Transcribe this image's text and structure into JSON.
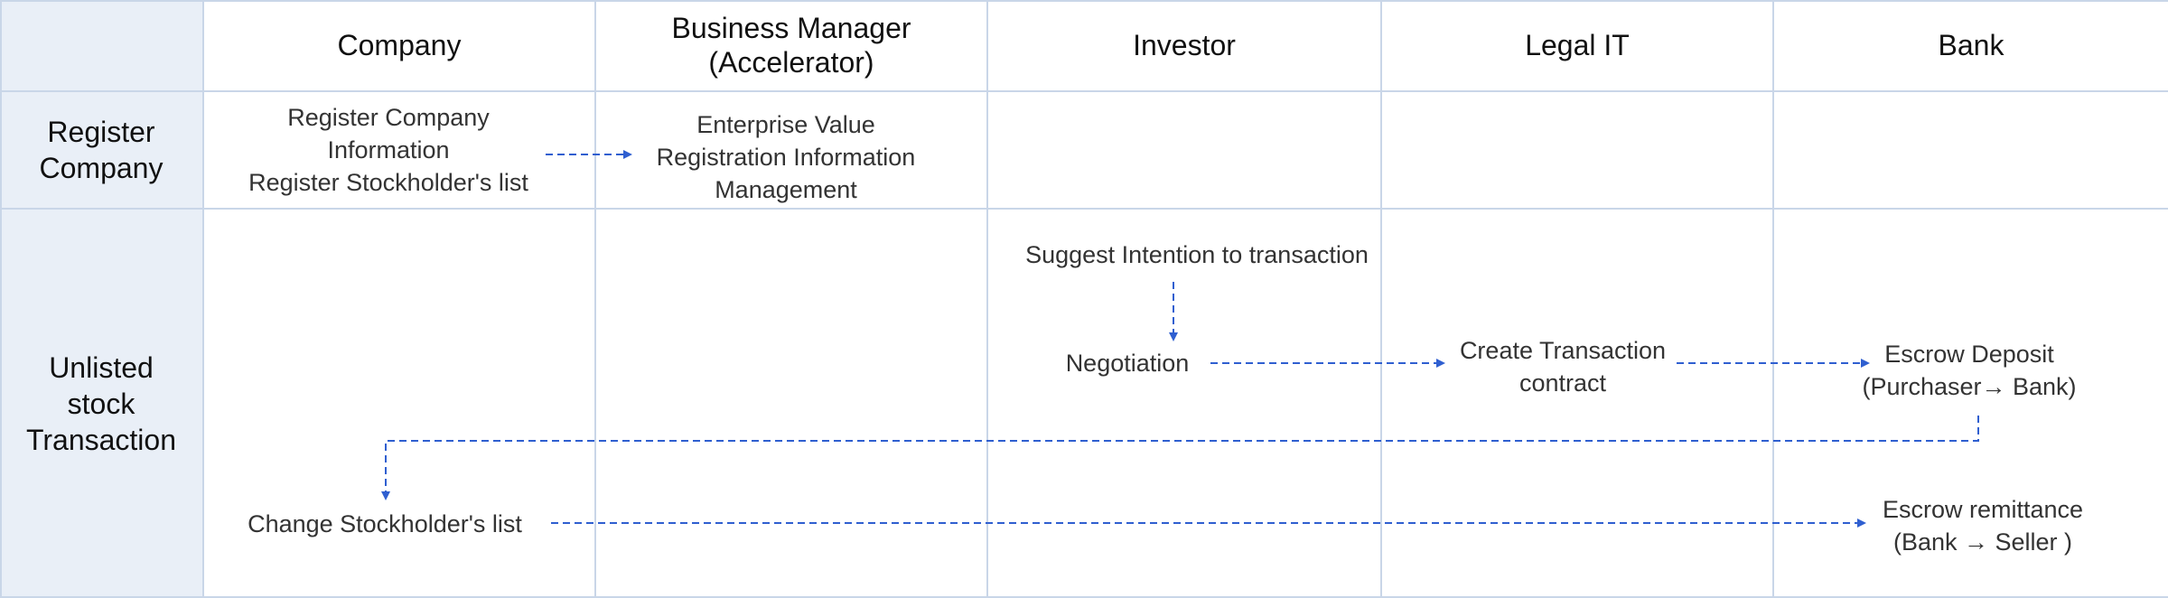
{
  "columns": {
    "company": "Company",
    "business_manager": "Business Manager\n(Accelerator)",
    "investor": "Investor",
    "legal_it": "Legal IT",
    "bank": "Bank"
  },
  "rows": {
    "register_company": "Register\nCompany",
    "unlisted_stock_transaction": "Unlisted\nstock\nTransaction"
  },
  "steps": {
    "register_company_info": "Register Company Information\nRegister Stockholder's list",
    "enterprise_value": "Enterprise Value\nRegistration Information\nManagement",
    "suggest_intention": "Suggest Intention to transaction",
    "negotiation": "Negotiation",
    "create_contract": "Create Transaction\ncontract",
    "escrow_deposit": "Escrow Deposit\n(Purchaser→ Bank)",
    "change_stockholders": "Change Stockholder's list",
    "escrow_remittance": "Escrow remittance\n(Bank → Seller )"
  },
  "colors": {
    "arrow": "#2f5fd0",
    "header_fill": "#e9eff7",
    "grid_line": "#c9d6e8"
  }
}
